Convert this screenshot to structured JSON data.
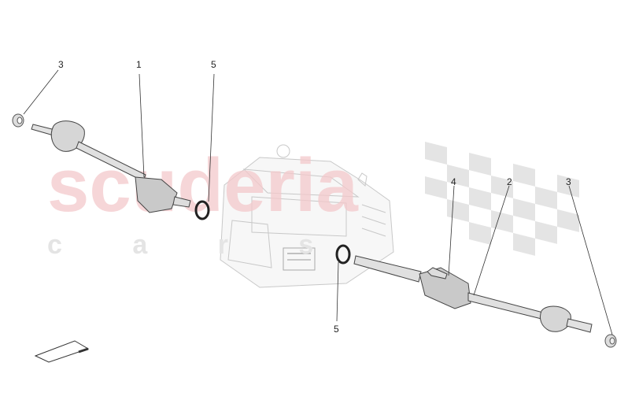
{
  "watermark": {
    "brand": "scuderia",
    "sub": "c a r s",
    "brand_color": "#f4c9cb",
    "sub_color": "#e6e6e6"
  },
  "callouts": [
    {
      "id": "nut-left",
      "label": "3"
    },
    {
      "id": "drive-shaft-left",
      "label": "1"
    },
    {
      "id": "seal-left",
      "label": "5"
    },
    {
      "id": "seal-right",
      "label": "5"
    },
    {
      "id": "clip",
      "label": "4"
    },
    {
      "id": "drive-shaft-right",
      "label": "2"
    },
    {
      "id": "nut-right",
      "label": "3"
    }
  ],
  "colors": {
    "part_fill": "#d9d9d9",
    "part_stroke": "#444444",
    "leader": "#333333",
    "flag": "#e3e3e3"
  }
}
